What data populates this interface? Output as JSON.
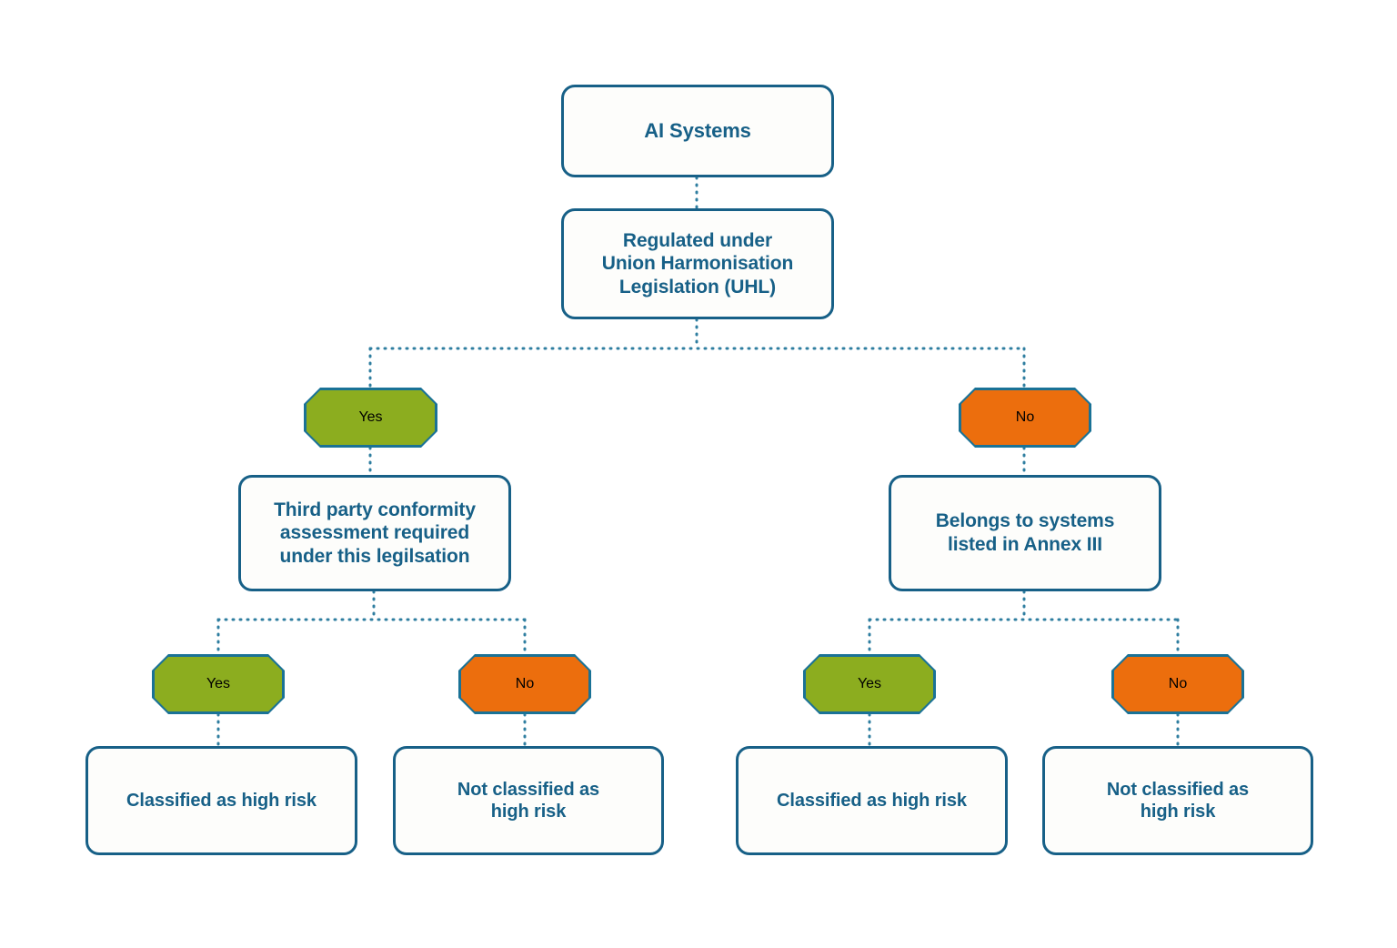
{
  "diagram": {
    "title": "AI Systems high-risk classification decision tree",
    "background_color": "#ffffff",
    "colors": {
      "outline": "#176087",
      "text": "#176087",
      "yes_fill": "#8cad1f",
      "no_fill": "#ec6e0d",
      "chip_outline": "#1a7296",
      "chip_text": "#fdfbf0",
      "connector": "#2f7ea0"
    },
    "connector_style": "dotted"
  },
  "nodes": {
    "root": {
      "label": "AI Systems"
    },
    "uhl": {
      "label": "Regulated under\nUnion Harmonisation\nLegislation (UHL)"
    },
    "uhl_yes": {
      "label": "Yes"
    },
    "uhl_no": {
      "label": "No"
    },
    "third_party": {
      "label": "Third party conformity\nassessment required\nunder this legilsation"
    },
    "annex_iii": {
      "label": "Belongs to systems\nlisted in Annex III"
    },
    "tp_yes": {
      "label": "Yes"
    },
    "tp_no": {
      "label": "No"
    },
    "ax_yes": {
      "label": "Yes"
    },
    "ax_no": {
      "label": "No"
    },
    "outcome_tp_yes": {
      "label": "Classified as high risk"
    },
    "outcome_tp_no": {
      "label": "Not classified as\nhigh risk"
    },
    "outcome_ax_yes": {
      "label": "Classified as high risk"
    },
    "outcome_ax_no": {
      "label": "Not classified as\nhigh risk"
    }
  },
  "chart_data": {
    "type": "diagram",
    "subtype": "decision-tree-flowchart",
    "title": "AI Systems high-risk classification decision tree",
    "levels": 5,
    "nodes": [
      {
        "id": "root",
        "text": "AI Systems",
        "shape": "rounded-rect",
        "level": 0
      },
      {
        "id": "uhl",
        "text": "Regulated under Union Harmonisation Legislation (UHL)",
        "shape": "rounded-rect",
        "level": 1
      },
      {
        "id": "uhl_yes",
        "text": "Yes",
        "shape": "octagon",
        "fill": "#8cad1f",
        "level": 2
      },
      {
        "id": "uhl_no",
        "text": "No",
        "shape": "octagon",
        "fill": "#ec6e0d",
        "level": 2
      },
      {
        "id": "third_party",
        "text": "Third party conformity assessment required under this legilsation",
        "shape": "rounded-rect",
        "level": 3
      },
      {
        "id": "annex_iii",
        "text": "Belongs to systems listed in Annex III",
        "shape": "rounded-rect",
        "level": 3
      },
      {
        "id": "tp_yes",
        "text": "Yes",
        "shape": "octagon",
        "fill": "#8cad1f",
        "level": 4
      },
      {
        "id": "tp_no",
        "text": "No",
        "shape": "octagon",
        "fill": "#ec6e0d",
        "level": 4
      },
      {
        "id": "ax_yes",
        "text": "Yes",
        "shape": "octagon",
        "fill": "#8cad1f",
        "level": 4
      },
      {
        "id": "ax_no",
        "text": "No",
        "shape": "octagon",
        "fill": "#ec6e0d",
        "level": 4
      },
      {
        "id": "outcome_tp_yes",
        "text": "Classified as high risk",
        "shape": "rounded-rect",
        "level": 5
      },
      {
        "id": "outcome_tp_no",
        "text": "Not classified as high risk",
        "shape": "rounded-rect",
        "level": 5
      },
      {
        "id": "outcome_ax_yes",
        "text": "Classified as high risk",
        "shape": "rounded-rect",
        "level": 5
      },
      {
        "id": "outcome_ax_no",
        "text": "Not classified as high risk",
        "shape": "rounded-rect",
        "level": 5
      }
    ],
    "edges": [
      {
        "from": "root",
        "to": "uhl",
        "label": ""
      },
      {
        "from": "uhl",
        "to": "uhl_yes",
        "label": "Yes"
      },
      {
        "from": "uhl",
        "to": "uhl_no",
        "label": "No"
      },
      {
        "from": "uhl_yes",
        "to": "third_party",
        "label": ""
      },
      {
        "from": "uhl_no",
        "to": "annex_iii",
        "label": ""
      },
      {
        "from": "third_party",
        "to": "tp_yes",
        "label": "Yes"
      },
      {
        "from": "third_party",
        "to": "tp_no",
        "label": "No"
      },
      {
        "from": "annex_iii",
        "to": "ax_yes",
        "label": "Yes"
      },
      {
        "from": "annex_iii",
        "to": "ax_no",
        "label": "No"
      },
      {
        "from": "tp_yes",
        "to": "outcome_tp_yes",
        "label": ""
      },
      {
        "from": "tp_no",
        "to": "outcome_tp_no",
        "label": ""
      },
      {
        "from": "ax_yes",
        "to": "outcome_ax_yes",
        "label": ""
      },
      {
        "from": "ax_no",
        "to": "outcome_ax_no",
        "label": ""
      }
    ]
  }
}
